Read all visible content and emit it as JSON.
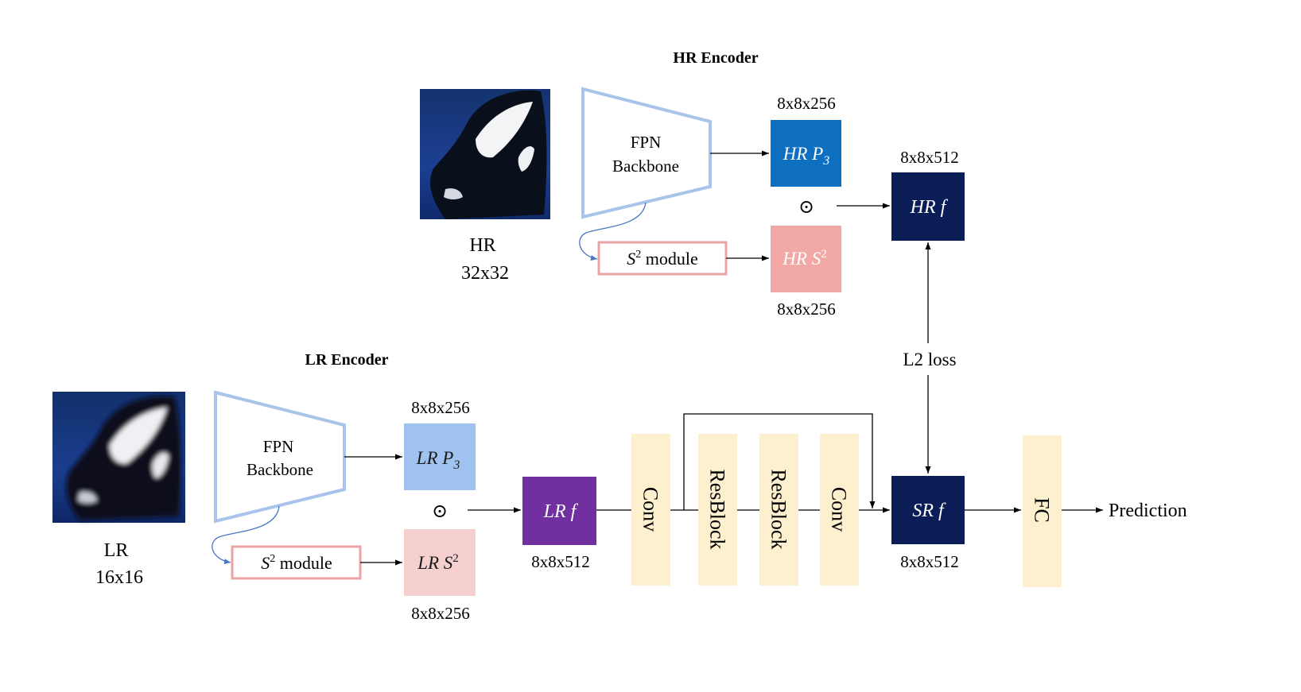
{
  "colors": {
    "fpn_outline": "#a9c4ea",
    "s2_outline": "#e9a5a5",
    "hr_p3_fill": "#0e6fc1",
    "hr_s2_fill": "#f2a9a6",
    "hr_f_fill": "#0b1d57",
    "lr_p3_fill": "#9fc2f0",
    "lr_s2_fill": "#f6cfcf",
    "lr_f_fill": "#7030a0",
    "sr_f_fill": "#0b1d57",
    "layer_fill": "#fdf0cf",
    "line": "#000000",
    "curve": "#4a78c2"
  },
  "hr_encoder": {
    "title": "HR Encoder",
    "image_caption_line1": "HR",
    "image_caption_line2": "32x32",
    "fpn_line1": "FPN",
    "fpn_line2": "Backbone",
    "s2_module_label_main": "S",
    "s2_module_label_sup": "2",
    "s2_module_label_rest": " module",
    "p3_dim": "8x8x256",
    "p3_label_main": "HR P",
    "p3_label_sub": "3",
    "s2_label_main": "HR S",
    "s2_label_sup": "2",
    "s2_dim": "8x8x256",
    "hadamard": "⊙",
    "f_dim": "8x8x512",
    "f_label": "HR f"
  },
  "lr_encoder": {
    "title": "LR Encoder",
    "image_caption_line1": "LR",
    "image_caption_line2": "16x16",
    "fpn_line1": "FPN",
    "fpn_line2": "Backbone",
    "s2_module_label_main": "S",
    "s2_module_label_sup": "2",
    "s2_module_label_rest": " module",
    "p3_dim": "8x8x256",
    "p3_label_main": "LR P",
    "p3_label_sub": "3",
    "s2_label_main": "LR S",
    "s2_label_sup": "2",
    "s2_dim": "8x8x256",
    "hadamard": "⊙",
    "f_label": "LR f",
    "f_dim": "8x8x512"
  },
  "sr_network": {
    "layers": [
      "Conv",
      "ResBlock",
      "ResBlock",
      "Conv"
    ],
    "sr_label": "SR f",
    "sr_dim": "8x8x512",
    "loss_label": "L2 loss",
    "fc_label": "FC",
    "output_label": "Prediction"
  },
  "icons": {
    "hr_image": "orca-whale-photo-high-res",
    "lr_image": "orca-whale-photo-low-res"
  }
}
